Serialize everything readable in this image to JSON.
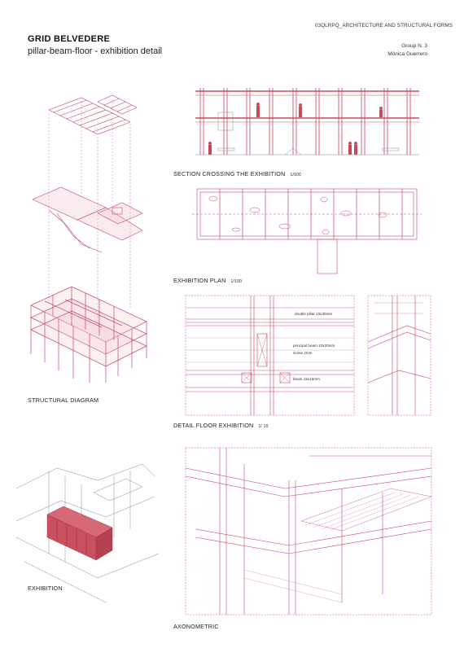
{
  "header": {
    "course": "03QLRPQ_ARCHITECTURE AND STRUCTURAL FORMS",
    "title": "GRID BELVEDERE",
    "subtitle": "pillar-beam-floor  -  exhibition detail",
    "group": "Group N. 3",
    "author": "Mónica Guerrero"
  },
  "captions": {
    "section": "SECTION CROSSING THE EXHIBITION",
    "section_scale": "1/100",
    "plan": "EXHIBITION PLAN",
    "plan_scale": "1/100",
    "structural": "STRUCTURAL DIAGRAM",
    "detail": "DETAIL FLOOR  EXHIBITION",
    "detail_scale": "1/ 10",
    "exhibition": "EXHIBITION",
    "axonometric": "AXONOMETRIC"
  },
  "detail_notes": {
    "double_pillar": "double pillar 10x30mm",
    "principal_beam": "principal beam 10x30mm",
    "screw": "screw 2mm",
    "beam": "beam 15x15mm"
  },
  "colors": {
    "structure_line": "#c84a5a",
    "structure_fill": "#f1c9cf",
    "exhibition_box": "#c8505f",
    "context_line": "#8a8a8a"
  }
}
